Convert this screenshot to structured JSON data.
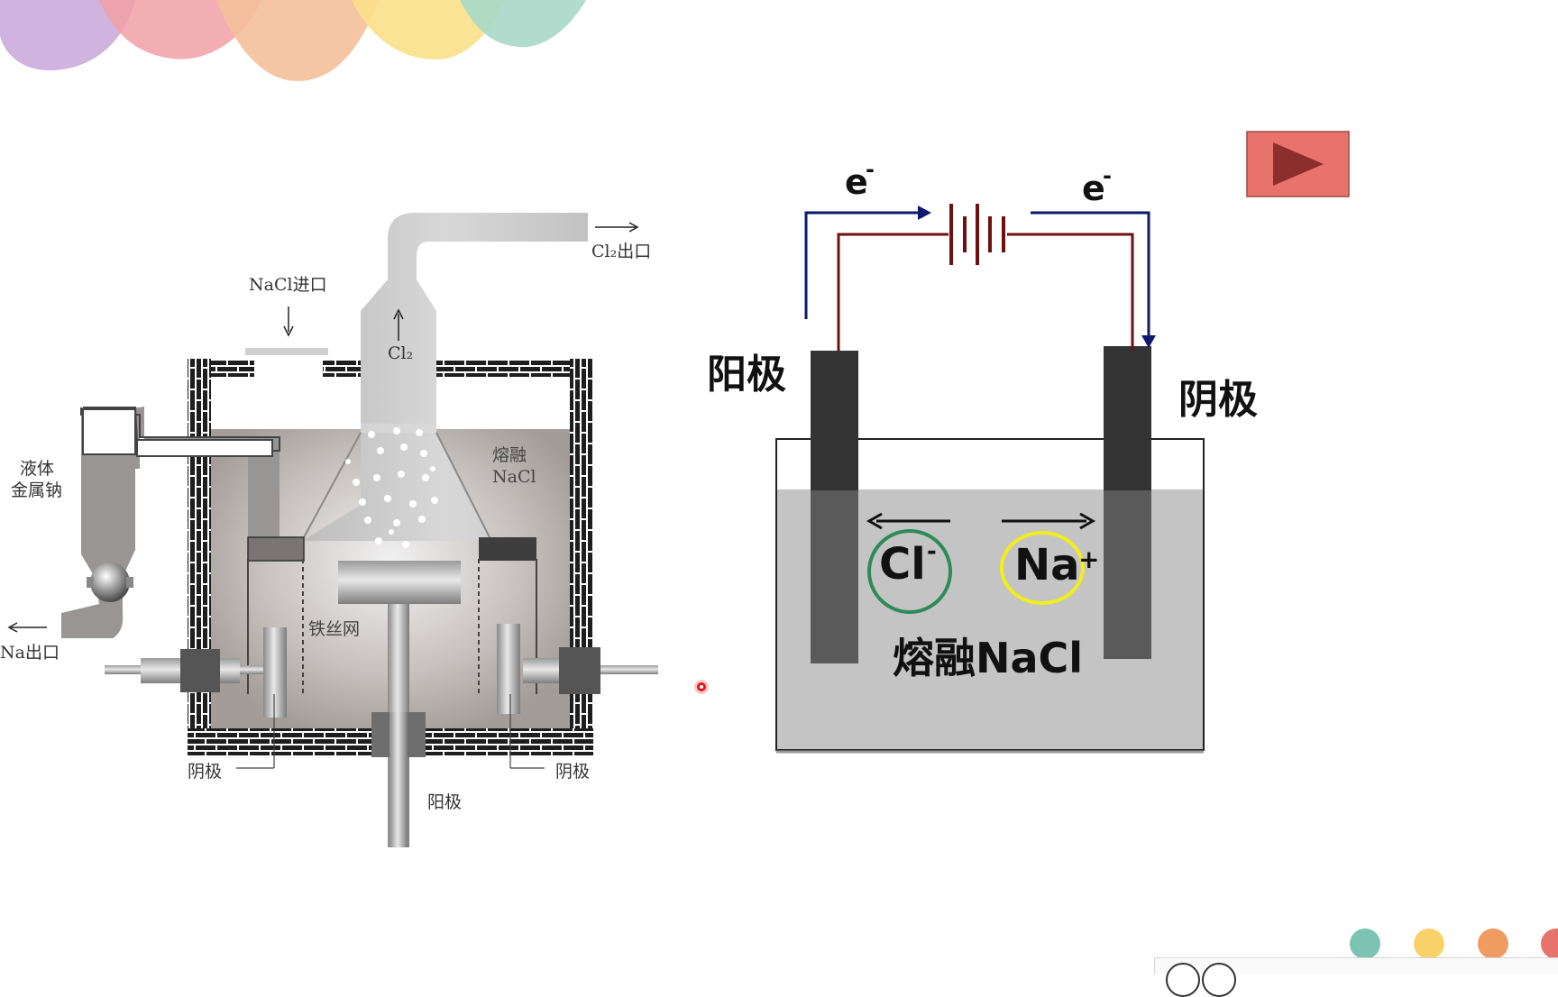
{
  "slide": {
    "play_button_label": "play",
    "bg_color": "#ffffff"
  },
  "industrial_cell": {
    "nacl_inlet": "NaCl进口",
    "cl2_outlet": "Cl₂出口",
    "cl2_gas": "Cl₂",
    "molten_nacl_line1": "熔融",
    "molten_nacl_line2": "NaCl",
    "liquid_na_line1": "液体",
    "liquid_na_line2": "金属钠",
    "na_outlet": "Na出口",
    "iron_mesh": "铁丝网",
    "cathode_left": "阴极",
    "cathode_right": "阴极",
    "anode": "阳极"
  },
  "schematic": {
    "anode_label": "阳极",
    "cathode_label": "阴极",
    "electron_left": "e",
    "electron_right": "e",
    "electron_charge": "-",
    "cl_ion": "Cl",
    "cl_charge": "-",
    "na_ion": "Na",
    "na_charge": "+",
    "melt_label": "熔融NaCl",
    "colors": {
      "electron_flow": "#0b1a6e",
      "wire": "#6e1010",
      "electrode": "#333333",
      "electrolyte": "#c4c4c4",
      "cl_ring": "#2e8b57",
      "na_ring": "#f2ee1c",
      "play_button": "#e8736c"
    }
  }
}
